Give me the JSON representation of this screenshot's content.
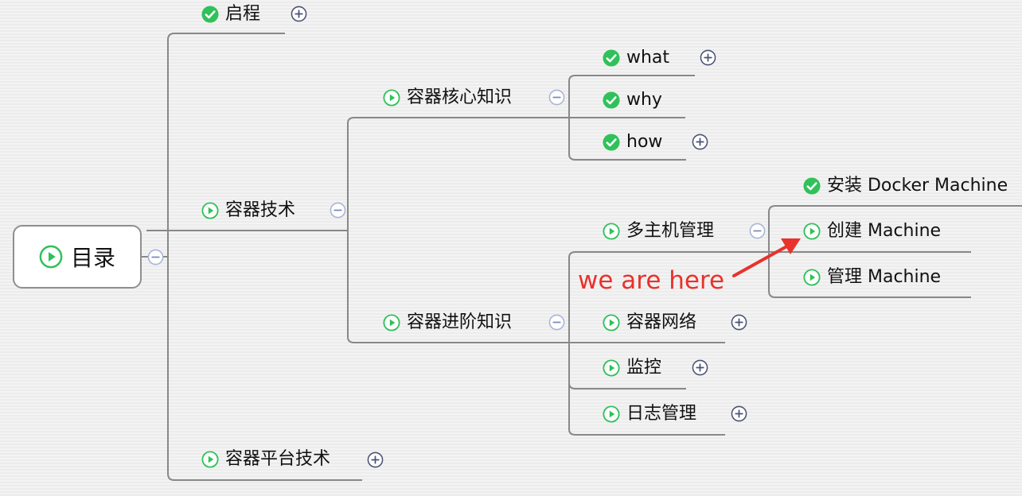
{
  "colors": {
    "check": "#2fc15a",
    "play": "#2fc15a",
    "line": "#888888",
    "toggle": "#4a5275",
    "annotation": "#e8322b"
  },
  "root": {
    "label": "目录",
    "icon": "play-icon"
  },
  "nodes": [
    {
      "id": "qicheng",
      "label": "启程",
      "icon": "check-icon",
      "toggle": "expand"
    },
    {
      "id": "rongqi-jishu",
      "label": "容器技术",
      "icon": "play-icon",
      "toggle": "collapse"
    },
    {
      "id": "rongqi-hexin",
      "label": "容器核心知识",
      "icon": "play-icon",
      "toggle": "collapse"
    },
    {
      "id": "what",
      "label": "what",
      "icon": "check-icon",
      "toggle": "expand"
    },
    {
      "id": "why",
      "label": "why",
      "icon": "check-icon"
    },
    {
      "id": "how",
      "label": "how",
      "icon": "check-icon",
      "toggle": "expand"
    },
    {
      "id": "rongqi-jinjie",
      "label": "容器进阶知识",
      "icon": "play-icon",
      "toggle": "collapse"
    },
    {
      "id": "duozhuji",
      "label": "多主机管理",
      "icon": "play-icon",
      "toggle": "collapse"
    },
    {
      "id": "anzhuang",
      "label": "安装 Docker Machine",
      "icon": "check-icon"
    },
    {
      "id": "chuangjian",
      "label": "创建 Machine",
      "icon": "play-icon"
    },
    {
      "id": "guanli",
      "label": "管理 Machine",
      "icon": "play-icon"
    },
    {
      "id": "wangluo",
      "label": "容器网络",
      "icon": "play-icon",
      "toggle": "expand"
    },
    {
      "id": "jiankong",
      "label": "监控",
      "icon": "play-icon",
      "toggle": "expand"
    },
    {
      "id": "rizhi",
      "label": "日志管理",
      "icon": "play-icon",
      "toggle": "expand"
    },
    {
      "id": "pingtai",
      "label": "容器平台技术",
      "icon": "play-icon",
      "toggle": "expand"
    }
  ],
  "annotation": {
    "text": "we are here",
    "icon": "arrow-icon"
  }
}
